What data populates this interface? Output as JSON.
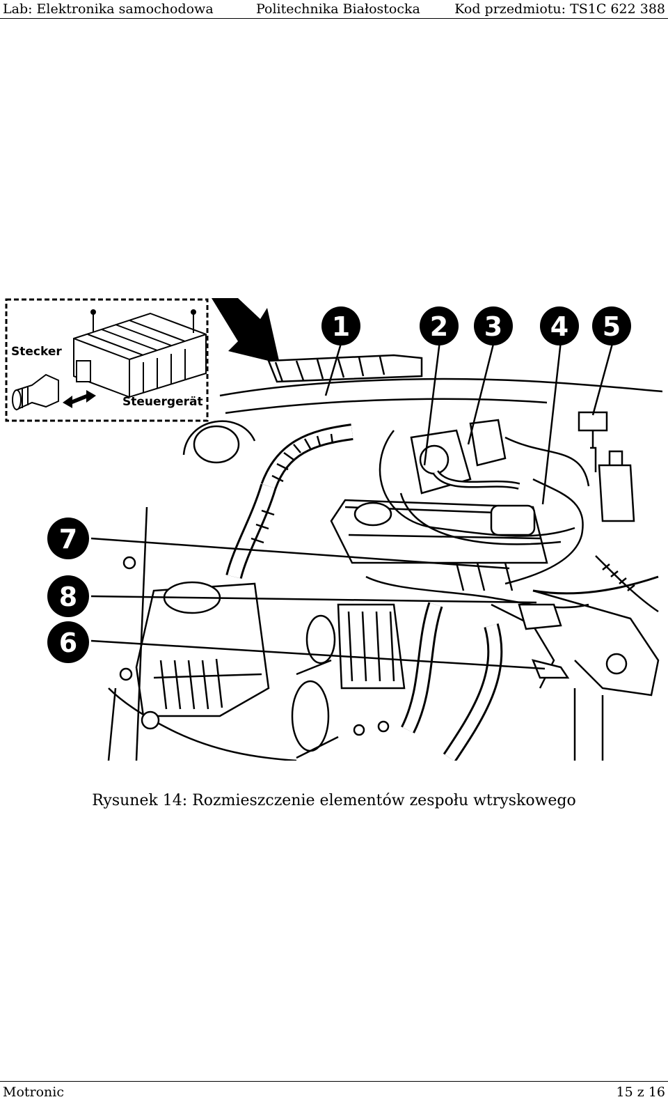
{
  "header": {
    "left": "Lab: Elektronika samochodowa",
    "center": "Politechnika Białostocka",
    "right": "Kod przedmiotu: TS1C 622 388"
  },
  "figure": {
    "inset_labels": {
      "connector": "Stecker",
      "ecu": "Steuergerät"
    },
    "callouts": [
      "1",
      "2",
      "3",
      "4",
      "5",
      "7",
      "8",
      "6"
    ]
  },
  "caption": "Rysunek 14: Rozmieszczenie elementów zespołu wtryskowego",
  "footer": {
    "left": "Motronic",
    "right": "15 z 16"
  }
}
